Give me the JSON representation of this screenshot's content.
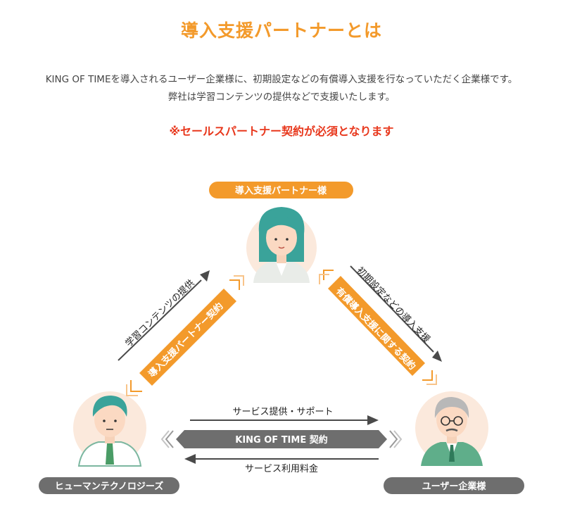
{
  "header": {
    "title": "導入支援パートナーとは",
    "description_line1": "KING OF TIMEを導入されるユーザー企業様に、初期設定などの有償導入支援を行なっていただく企業様です。",
    "description_line2": "弊社は学習コンテンツの提供などで支援いたします。",
    "notice": "※セールスパートナー契約が必須となります"
  },
  "diagram": {
    "nodes": {
      "partner": "導入支援パートナー様",
      "company": "ヒューマンテクノロジーズ",
      "user": "ユーザー企業様"
    },
    "edges": {
      "left_outer": "学習コンテンツの提供",
      "left_contract": "導入支援パートナー契約",
      "right_outer": "初期設定などの導入支援",
      "right_contract": "有償導入支援に関する契約",
      "bottom_top": "サービス提供・サポート",
      "bottom_contract": "KING OF TIME 契約",
      "bottom_bottom": "サービス利用料金"
    },
    "colors": {
      "orange": "#f39a2b",
      "gray_pill": "#6e6e6e",
      "arrow_dark": "#4a4a4a",
      "avatar_bg": "#fbe9dc",
      "suit_green": "#5fae8a"
    }
  }
}
